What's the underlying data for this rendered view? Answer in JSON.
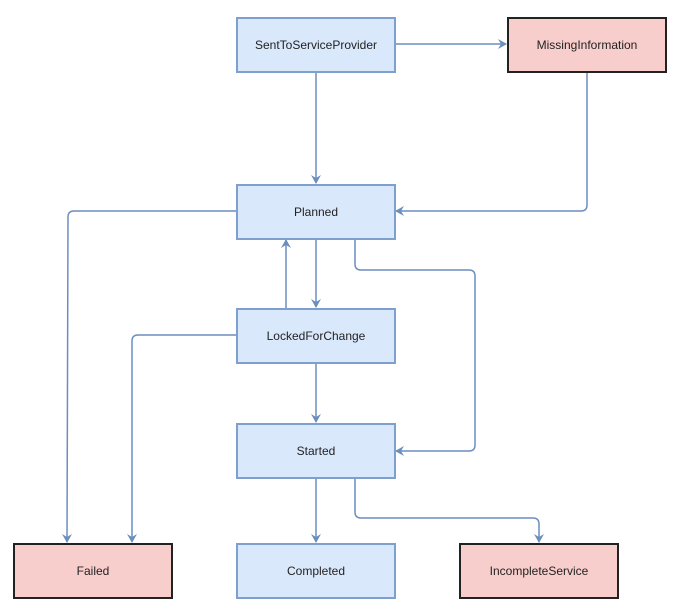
{
  "nodes": {
    "sent": "SentToServiceProvider",
    "missing": "MissingInformation",
    "planned": "Planned",
    "locked": "LockedForChange",
    "started": "Started",
    "failed": "Failed",
    "completed": "Completed",
    "incomplete": "IncompleteService"
  },
  "colors": {
    "edge": "#6c8ebf",
    "normal_fill": "#dae8fc",
    "error_fill": "#f8cecc"
  }
}
